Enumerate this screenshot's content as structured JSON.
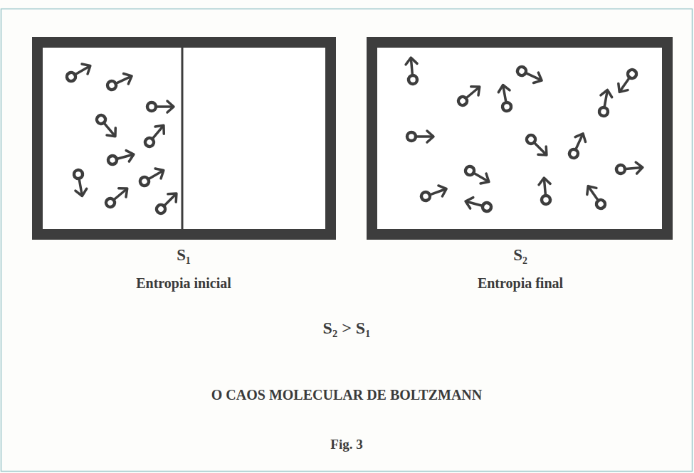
{
  "diagram": {
    "caption": "O CAOS MOLECULAR DE BOLTZMANN",
    "labels": [
      "S₁",
      "Entropia inicial",
      "S₂",
      "Entropia final",
      "S₂ > S₁",
      "Fig. 3"
    ]
  }
}
